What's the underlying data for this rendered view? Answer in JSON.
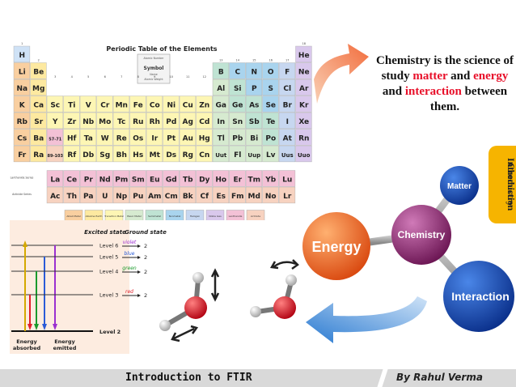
{
  "periodic_table": {
    "title": "Periodic Table of the Elements",
    "key": {
      "atomic_number": "Atomic Number",
      "symbol": "Symbol",
      "name": "Name",
      "weight": "Atomic Weight"
    },
    "series_labels": {
      "lanthanide": "Lanthanide Series",
      "actinide": "Actinide Series"
    },
    "group_numbers": [
      "1",
      "2",
      "3",
      "4",
      "5",
      "6",
      "7",
      "8",
      "9",
      "10",
      "11",
      "12",
      "13",
      "14",
      "15",
      "16",
      "17",
      "18"
    ],
    "rows": [
      [
        "H",
        "",
        "",
        "",
        "",
        "",
        "",
        "",
        "",
        "",
        "",
        "",
        "",
        "",
        "",
        "",
        "",
        "He"
      ],
      [
        "Li",
        "Be",
        "",
        "",
        "",
        "",
        "",
        "",
        "",
        "",
        "",
        "",
        "B",
        "C",
        "N",
        "O",
        "F",
        "Ne"
      ],
      [
        "Na",
        "Mg",
        "",
        "",
        "",
        "",
        "",
        "",
        "",
        "",
        "",
        "",
        "Al",
        "Si",
        "P",
        "S",
        "Cl",
        "Ar"
      ],
      [
        "K",
        "Ca",
        "Sc",
        "Ti",
        "V",
        "Cr",
        "Mn",
        "Fe",
        "Co",
        "Ni",
        "Cu",
        "Zn",
        "Ga",
        "Ge",
        "As",
        "Se",
        "Br",
        "Kr"
      ],
      [
        "Rb",
        "Sr",
        "Y",
        "Zr",
        "Nb",
        "Mo",
        "Tc",
        "Ru",
        "Rh",
        "Pd",
        "Ag",
        "Cd",
        "In",
        "Sn",
        "Sb",
        "Te",
        "I",
        "Xe"
      ],
      [
        "Cs",
        "Ba",
        "57-71",
        "Hf",
        "Ta",
        "W",
        "Re",
        "Os",
        "Ir",
        "Pt",
        "Au",
        "Hg",
        "Tl",
        "Pb",
        "Bi",
        "Po",
        "At",
        "Rn"
      ],
      [
        "Fr",
        "Ra",
        "89-103",
        "Rf",
        "Db",
        "Sg",
        "Bh",
        "Hs",
        "Mt",
        "Ds",
        "Rg",
        "Cn",
        "Uut",
        "Fl",
        "Uup",
        "Lv",
        "Uus",
        "Uuo"
      ]
    ],
    "lanthanides": [
      "La",
      "Ce",
      "Pr",
      "Nd",
      "Pm",
      "Sm",
      "Eu",
      "Gd",
      "Tb",
      "Dy",
      "Ho",
      "Er",
      "Tm",
      "Yb",
      "Lu"
    ],
    "actinides": [
      "Ac",
      "Th",
      "Pa",
      "U",
      "Np",
      "Pu",
      "Am",
      "Cm",
      "Bk",
      "Cf",
      "Es",
      "Fm",
      "Md",
      "No",
      "Lr"
    ],
    "legend": [
      "Alkali Metal",
      "Alkaline Earth",
      "Transition Metal",
      "Basic Metal",
      "Semimetal",
      "Nonmetal",
      "Halogen",
      "Noble Gas",
      "Lanthanide",
      "Actinide"
    ],
    "colors": {
      "alkali": "#f9cfa0",
      "alkaline": "#fde9a0",
      "transition": "#fdf6b4",
      "basic": "#d6ead0",
      "semimetal": "#bfe3d3",
      "nonmetal": "#a9d4ee",
      "halogen": "#c7d7f0",
      "noble": "#d9c8ec",
      "lanthanide": "#f3c1d6",
      "actinide": "#f7d2c0",
      "hydrogen": "#cfe2f6"
    }
  },
  "energy_diagram": {
    "excited_state": "Excited state",
    "ground_state": "Ground state",
    "levels": [
      {
        "label": "Level 6",
        "color_name": "violet",
        "value": "2",
        "color": "#9b30d0"
      },
      {
        "label": "Level 5",
        "color_name": "blue",
        "value": "2",
        "color": "#2a5bd7"
      },
      {
        "label": "Level 4",
        "color_name": "green",
        "value": "2",
        "color": "#1a9a2c"
      },
      {
        "label": "Level 3",
        "color_name": "red",
        "value": "2",
        "color": "#e0202a"
      }
    ],
    "level2": "Level 2",
    "absorbed": "Energy absorbed",
    "emitted": "Energy emitted"
  },
  "quote": {
    "p1": "Chemistry is the science of study ",
    "matter": "matter",
    "p2": " and ",
    "energy": "energy",
    "p3": " and ",
    "interaction": "interaction",
    "p4": " between them."
  },
  "side_tab": {
    "line1": "Introduction",
    "line2": "Chemistry"
  },
  "mind_map": {
    "center": "Chemistry",
    "energy": "Energy",
    "matter": "Matter",
    "interaction": "Interaction"
  },
  "footer": {
    "title": "Introduction to FTIR",
    "author": "By Rahul Verma"
  }
}
